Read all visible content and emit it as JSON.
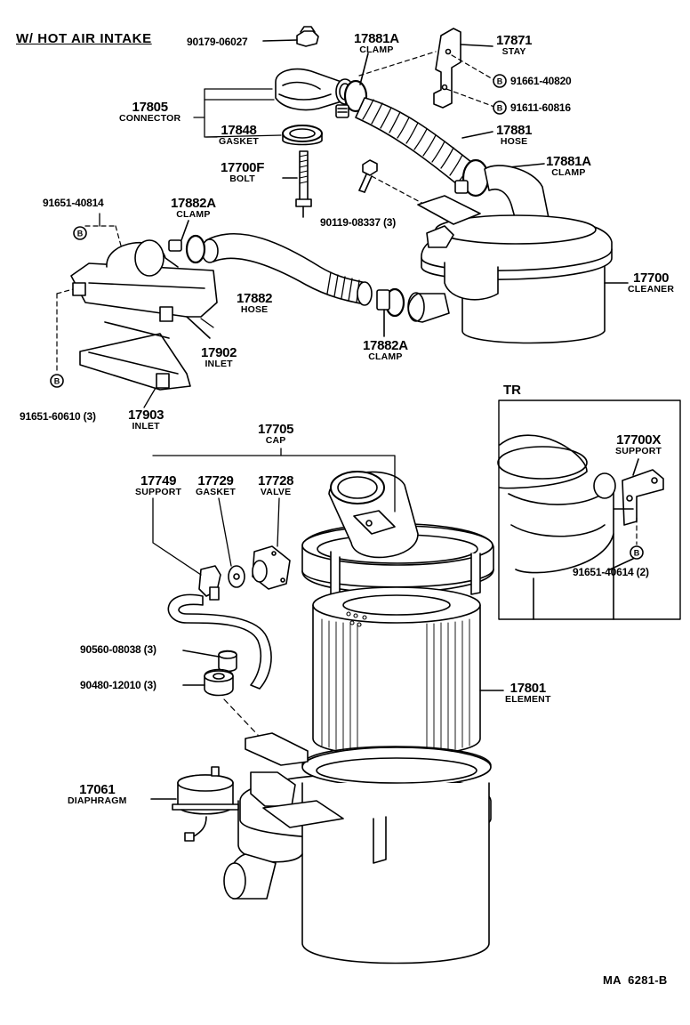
{
  "title": "W/ HOT AIR INTAKE",
  "figure_ref": "MA  6281-B",
  "inset": {
    "label": "TR"
  },
  "bolt_marker": "B",
  "parts": [
    {
      "id": "17881A-top",
      "number": "17881A",
      "name": "CLAMP"
    },
    {
      "id": "17871",
      "number": "17871",
      "name": "STAY"
    },
    {
      "id": "17805",
      "number": "17805",
      "name": "CONNECTOR"
    },
    {
      "id": "17848",
      "number": "17848",
      "name": "GASKET"
    },
    {
      "id": "17881",
      "number": "17881",
      "name": "HOSE"
    },
    {
      "id": "17881A-right",
      "number": "17881A",
      "name": "CLAMP"
    },
    {
      "id": "17700F",
      "number": "17700F",
      "name": "BOLT"
    },
    {
      "id": "17882A-left",
      "number": "17882A",
      "name": "CLAMP"
    },
    {
      "id": "17882",
      "number": "17882",
      "name": "HOSE"
    },
    {
      "id": "17882A-bottom",
      "number": "17882A",
      "name": "CLAMP"
    },
    {
      "id": "17700",
      "number": "17700",
      "name": "CLEANER"
    },
    {
      "id": "17902",
      "number": "17902",
      "name": "INLET"
    },
    {
      "id": "17903",
      "number": "17903",
      "name": "INLET"
    },
    {
      "id": "17705",
      "number": "17705",
      "name": "CAP"
    },
    {
      "id": "17749",
      "number": "17749",
      "name": "SUPPORT"
    },
    {
      "id": "17729",
      "number": "17729",
      "name": "GASKET"
    },
    {
      "id": "17728",
      "number": "17728",
      "name": "VALVE"
    },
    {
      "id": "17700X",
      "number": "17700X",
      "name": "SUPPORT"
    },
    {
      "id": "17801",
      "number": "17801",
      "name": "ELEMENT"
    },
    {
      "id": "17061",
      "number": "17061",
      "name": "DIAPHRAGM"
    }
  ],
  "hardware": [
    {
      "id": "90179-06027",
      "text": "90179-06027"
    },
    {
      "id": "91661-40820",
      "text": "91661-40820"
    },
    {
      "id": "91611-60816",
      "text": "91611-60816"
    },
    {
      "id": "90119-08337",
      "text": "90119-08337 (3)"
    },
    {
      "id": "91651-40814",
      "text": "91651-40814"
    },
    {
      "id": "91651-60610",
      "text": "91651-60610 (3)"
    },
    {
      "id": "90560-08038",
      "text": "90560-08038 (3)"
    },
    {
      "id": "90480-12010",
      "text": "90480-12010 (3)"
    },
    {
      "id": "91651-40614",
      "text": "91651-40614 (2)"
    }
  ]
}
